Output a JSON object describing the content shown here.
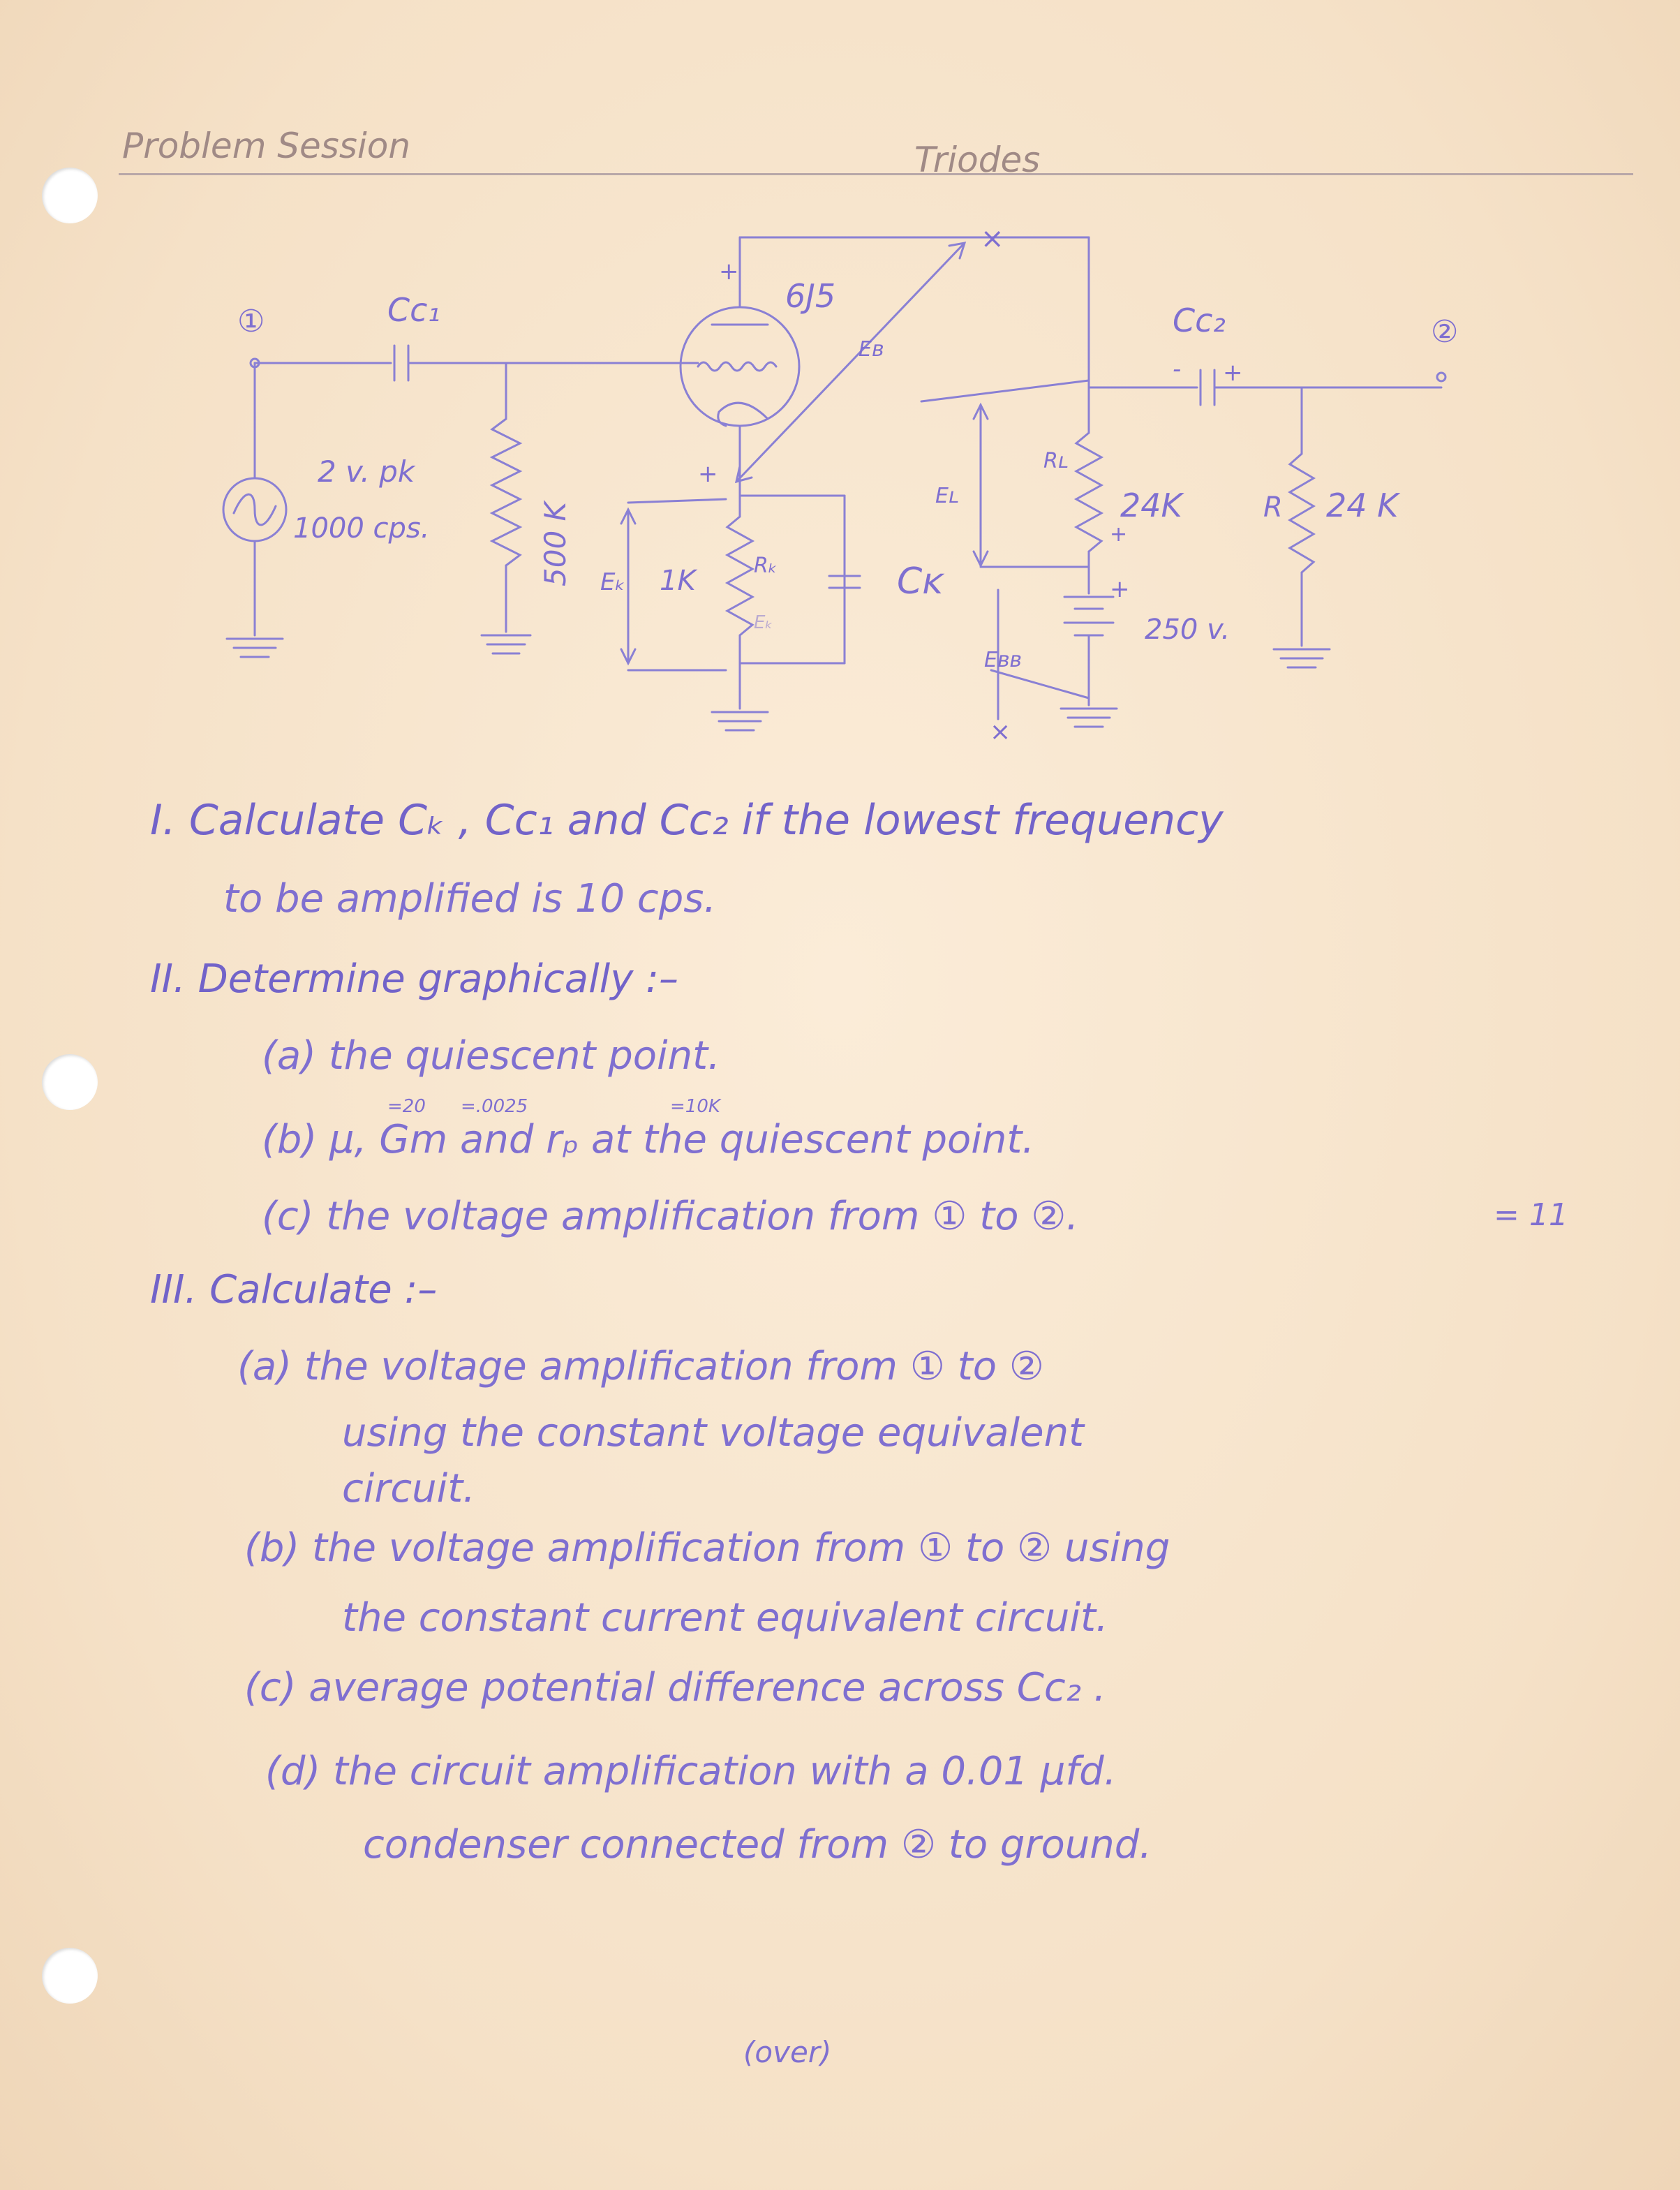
{
  "header": {
    "left": "Problem Session",
    "right": "Triodes"
  },
  "circuit": {
    "node_in": "①",
    "node_out": "②",
    "cc1": "Cc₁",
    "cc2": "Cc₂",
    "tube": "6J5",
    "eb": "Eʙ",
    "source_amp": "2 v. pk",
    "source_freq": "1000 cps.",
    "grid_res": "500 K",
    "ek": "Eₖ",
    "rk_val": "1K",
    "rk": "Rₖ",
    "ek2": "Eₖ",
    "ck": "Cᴋ",
    "el": "Eʟ",
    "rl": "Rʟ",
    "rl_val": "24K",
    "r_label": "R",
    "r_val": "24 K",
    "ebb": "Eʙʙ",
    "supply": "250 v.",
    "plus": "+",
    "minus": "-",
    "cross": "×"
  },
  "questions": {
    "q1_line1": "I. Calculate Cₖ , Cc₁ and Cc₂  if the lowest frequency",
    "q1_line2": "to be amplified is 10 cps.",
    "q2_head": "II. Determine graphically :–",
    "q2_a": "(a) the quiescent point.",
    "q2_b": "(b) μ, Gm and rₚ at the quiescent point.",
    "q2_b_note_mu": "=20",
    "q2_b_note_gm": "=.0025",
    "q2_b_note_rp": "=10K",
    "q2_c": "(c) the voltage amplification from ① to ②.",
    "q2_c_note": "= 11",
    "q3_head": "III. Calculate :–",
    "q3_a1": "(a) the voltage amplification from ① to ②",
    "q3_a2": "using the constant voltage equivalent",
    "q3_a3": "circuit.",
    "q3_b1": "(b) the voltage amplification from ① to ② using",
    "q3_b2": "the constant current equivalent circuit.",
    "q3_c": "(c) average potential difference across Cc₂ .",
    "q3_d1": "(d) the circuit amplification with a 0.01 μfd.",
    "q3_d2": "condenser connected from ② to ground."
  },
  "footer": {
    "over": "(over)"
  },
  "colors": {
    "ink": "#7f6fd0",
    "header_ink": "#a08a86",
    "paper": "#f7e6cf"
  }
}
